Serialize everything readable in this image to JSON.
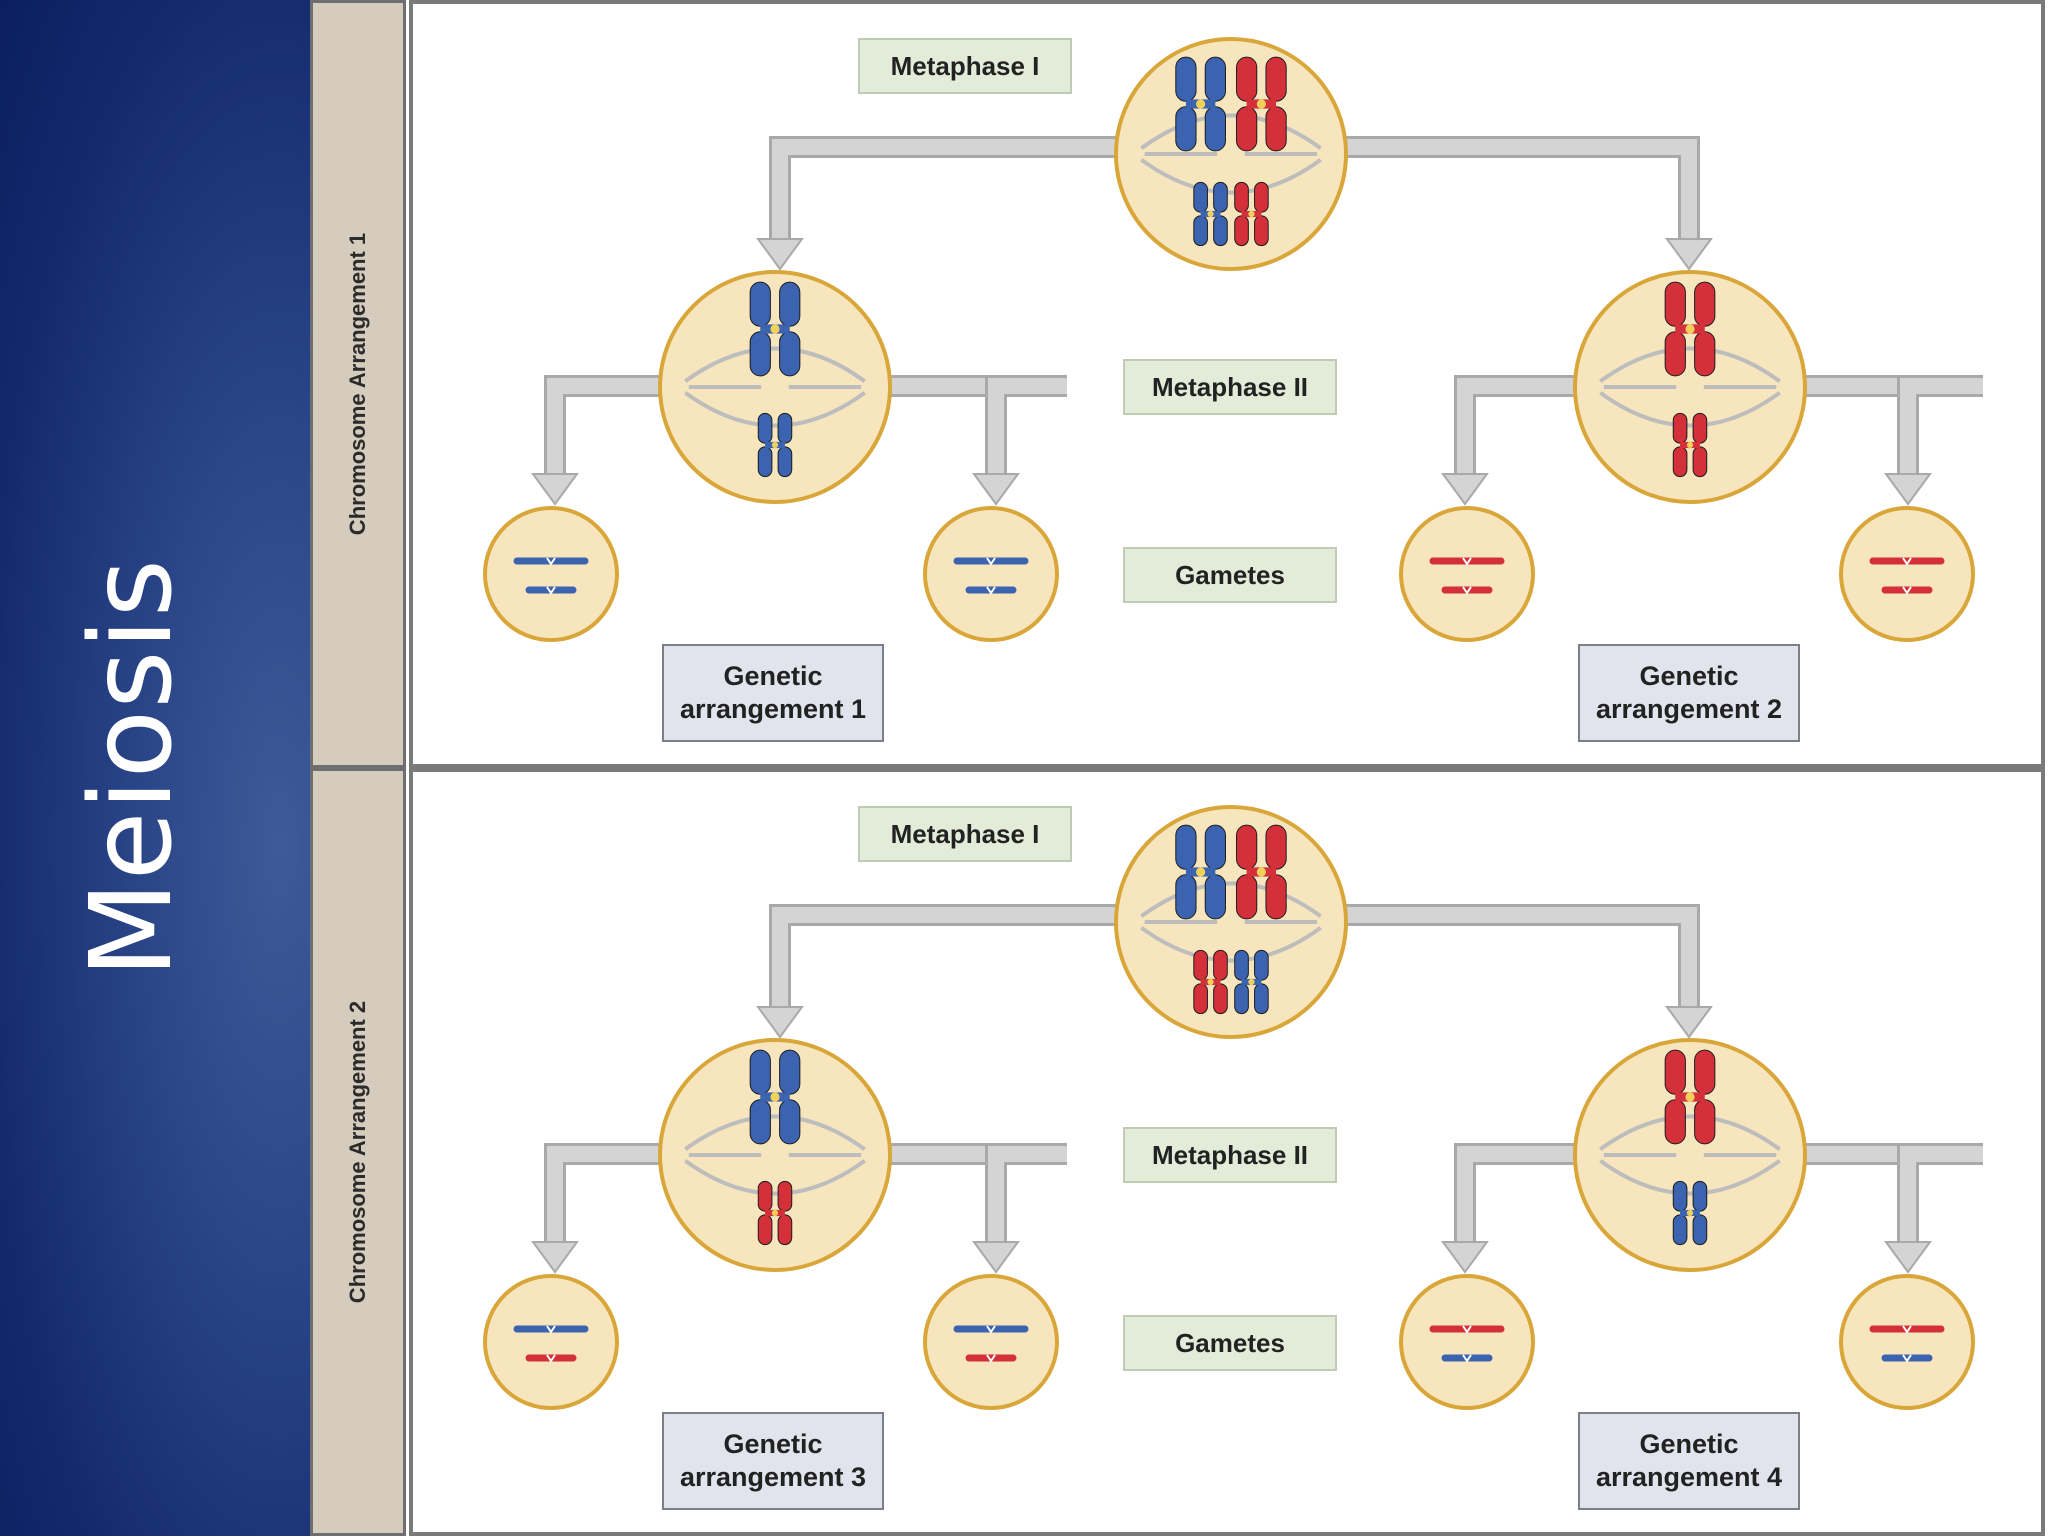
{
  "slide": {
    "title": "Meiosis"
  },
  "colors": {
    "chromosome_a": "#3b63b0",
    "chromosome_b": "#d3303a",
    "cell_fill": "#f7e6bd",
    "cell_border": "#d9a63a",
    "arrow": "#d4d4d4",
    "sidebar": "#1c3478"
  },
  "arrangements": [
    {
      "side_label": "Chromosome Arrangement 1",
      "metaphase1_label": "Metaphase I",
      "metaphase2_label": "Metaphase II",
      "gametes_label": "Gametes",
      "metaphase1_pairs": {
        "large": [
          "blue",
          "red"
        ],
        "small": [
          "blue",
          "red"
        ]
      },
      "left_branch": {
        "large": "blue",
        "small": "blue",
        "label": "Genetic arrangement 1"
      },
      "right_branch": {
        "large": "red",
        "small": "red",
        "label": "Genetic arrangement 2"
      }
    },
    {
      "side_label": "Chromosome Arrangement 2",
      "metaphase1_label": "Metaphase I",
      "metaphase2_label": "Metaphase II",
      "gametes_label": "Gametes",
      "metaphase1_pairs": {
        "large": [
          "blue",
          "red"
        ],
        "small": [
          "red",
          "blue"
        ]
      },
      "left_branch": {
        "large": "blue",
        "small": "red",
        "label": "Genetic arrangement 3"
      },
      "right_branch": {
        "large": "red",
        "small": "blue",
        "label": "Genetic arrangement 4"
      }
    }
  ]
}
